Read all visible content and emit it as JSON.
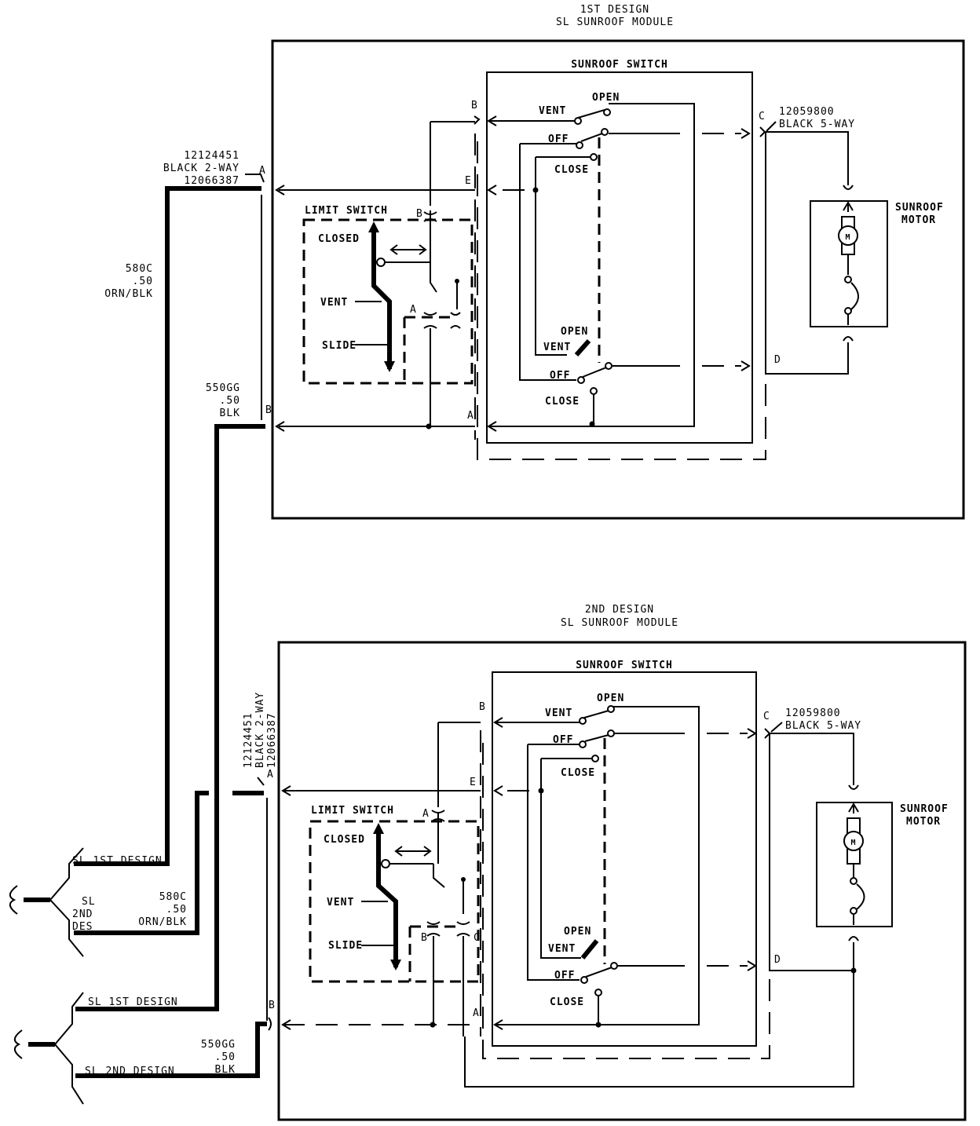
{
  "module1": {
    "title_line1": "1ST DESIGN",
    "title_line2": "SL SUNROOF MODULE",
    "switch_title": "SUNROOF SWITCH",
    "limit_switch_title": "LIMIT SWITCH",
    "connector2_part1": "12124451",
    "connector2_desc": "BLACK 2-WAY",
    "connector2_part2": "12066387",
    "connector5_part": "12059800",
    "connector5_desc": "BLACK 5-WAY",
    "motor_line1": "SUNROOF",
    "motor_line2": "MOTOR",
    "motor_symbol": "M",
    "labels": {
      "vent": "VENT",
      "open": "OPEN",
      "off": "OFF",
      "close": "CLOSE",
      "closed": "CLOSED",
      "slide": "SLIDE"
    },
    "pins": {
      "a": "A",
      "b": "B",
      "c": "C",
      "d": "D",
      "e": "E"
    }
  },
  "module2": {
    "title_line1": "2ND DESIGN",
    "title_line2": "SL SUNROOF MODULE",
    "switch_title": "SUNROOF SWITCH",
    "limit_switch_title": "LIMIT SWITCH",
    "connector2_part1": "12124451",
    "connector2_desc": "BLACK 2-WAY",
    "connector2_part2": "12066387",
    "connector5_part": "12059800",
    "connector5_desc": "BLACK 5-WAY",
    "motor_line1": "SUNROOF",
    "motor_line2": "MOTOR",
    "motor_symbol": "M",
    "labels": {
      "vent": "VENT",
      "open": "OPEN",
      "off": "OFF",
      "close": "CLOSE",
      "closed": "CLOSED",
      "slide": "SLIDE"
    },
    "pins": {
      "a": "A",
      "b": "B",
      "c": "C",
      "d": "D",
      "e": "E"
    }
  },
  "wires": {
    "w580": {
      "circuit": "580C",
      "gauge": ".50",
      "color": "ORN/BLK"
    },
    "w550": {
      "circuit": "550GG",
      "gauge": ".50",
      "color": "BLK"
    }
  },
  "branches": {
    "sl_1st_design": "SL 1ST DESIGN",
    "sl_2nd_line1": "SL",
    "sl_2nd_line2": "2ND",
    "sl_2nd_line3": "DES",
    "sl_2nd_design": "SL 2ND DESIGN"
  }
}
